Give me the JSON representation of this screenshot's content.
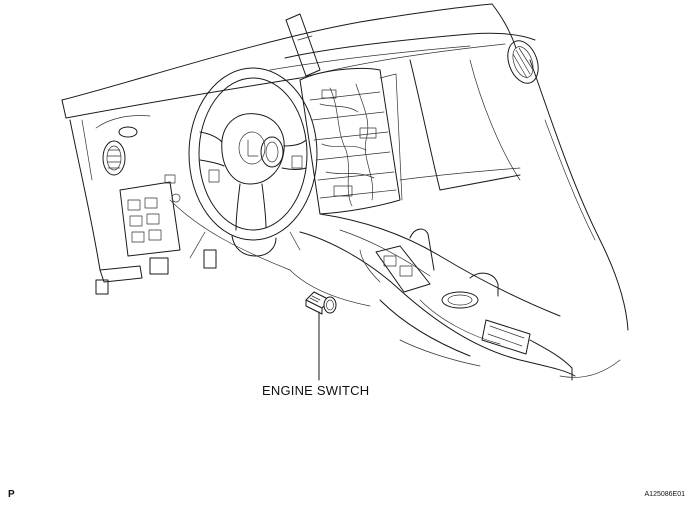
{
  "callout": {
    "label": "ENGINE SWITCH"
  },
  "corner": {
    "left_code": "P",
    "right_code": "A125086E01"
  },
  "icons": {
    "part": "engine-switch-icon"
  }
}
